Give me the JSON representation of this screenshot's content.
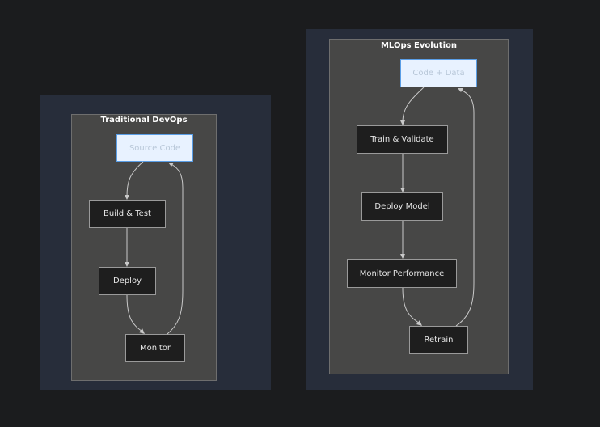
{
  "devops": {
    "title": "Traditional DevOps",
    "nodes": [
      "Source Code",
      "Build & Test",
      "Deploy",
      "Monitor"
    ]
  },
  "mlops": {
    "title": "MLOps Evolution",
    "nodes": [
      "Code + Data",
      "Train & Validate",
      "Deploy Model",
      "Monitor Performance",
      "Retrain"
    ]
  },
  "colors": {
    "background": "#1b1c1e",
    "outer_box": "#272d3a",
    "inner_box": "#474746",
    "node_fill": "#1e1e1e",
    "source_node_fill": "#e8f2ff",
    "source_node_border": "#5a9ee6",
    "edge": "#c9c9c9"
  }
}
